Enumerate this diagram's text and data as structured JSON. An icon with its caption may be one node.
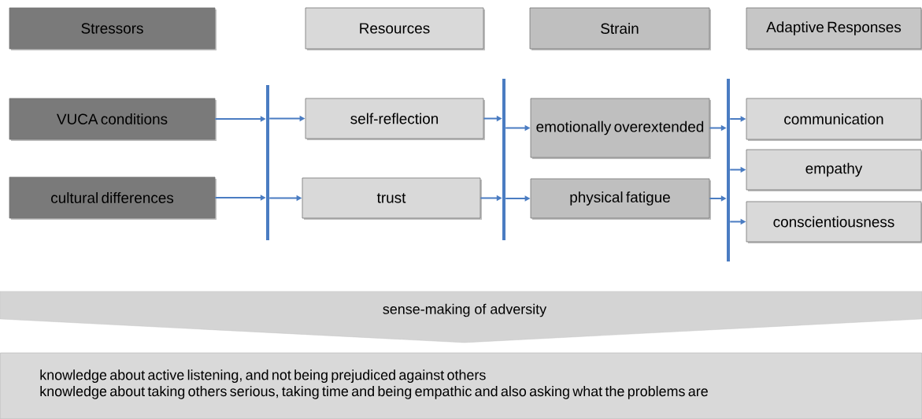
{
  "diagram": {
    "nodes": [
      {
        "text": [
          "Stressors"
        ]
      },
      {
        "text": [
          "Resources"
        ]
      },
      {
        "text": [
          "Strain"
        ]
      },
      {
        "text": [
          "Adaptive Responses"
        ]
      },
      {
        "text": [
          "VUCA conditions"
        ]
      },
      {
        "text": [
          "cultural differences"
        ]
      },
      {
        "text": [],
        "shape": "bar"
      },
      {
        "text": [
          "self-reflection"
        ]
      },
      {
        "text": [
          "trust"
        ]
      },
      {
        "text": [],
        "shape": "bar"
      },
      {
        "text": [
          "emotionally overextended"
        ]
      },
      {
        "text": [
          "physical fatigue"
        ]
      },
      {
        "text": [],
        "shape": "bar"
      },
      {
        "text": [
          "communication"
        ]
      },
      {
        "text": [
          "empathy"
        ]
      },
      {
        "text": [
          "conscientiousness"
        ]
      },
      {
        "text": [
          "sense-making of adversity"
        ]
      },
      {
        "text": [
          "knowledge about active listening, and not being prejudiced against others",
          "knowledge about taking others serious, taking time and being empathic and also asking what the problems are"
        ]
      }
    ],
    "edges": [
      {
        "from": 4,
        "to": 6,
        "arrow": "to"
      },
      {
        "from": 5,
        "to": 6,
        "arrow": "to"
      },
      {
        "from": 6,
        "to": 7,
        "arrow": "to"
      },
      {
        "from": 6,
        "to": 8,
        "arrow": "to"
      },
      {
        "from": 7,
        "to": 9,
        "arrow": "to"
      },
      {
        "from": 8,
        "to": 9,
        "arrow": "to"
      },
      {
        "from": 9,
        "to": 10,
        "arrow": "to"
      },
      {
        "from": 9,
        "to": 11,
        "arrow": "to"
      },
      {
        "from": 10,
        "to": 12,
        "arrow": "to"
      },
      {
        "from": 11,
        "to": 12,
        "arrow": "to"
      },
      {
        "from": 12,
        "to": 13,
        "arrow": "to"
      },
      {
        "from": 12,
        "to": 14,
        "arrow": "to"
      },
      {
        "from": 12,
        "to": 15,
        "arrow": "to"
      }
    ]
  }
}
